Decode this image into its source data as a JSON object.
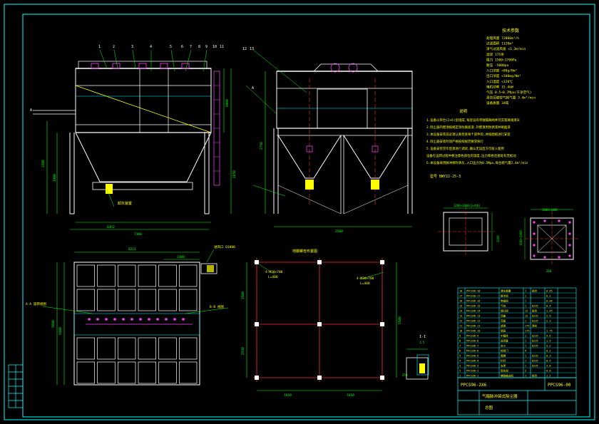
{
  "colors": {
    "background": "#000000",
    "frame": "#00ffff",
    "outline": "#ffffff",
    "text": "#ffff00",
    "dimension": "#00ff00",
    "centerline": "#ff3030",
    "accent": "#ff40ff"
  },
  "tech_specs": {
    "title": "技术参数",
    "lines": [
      "处理风量  72000m³/h",
      "过滤面积  1120m²",
      "净气过滤风速  <1.3m/min",
      "滤袋  175条",
      "阻力  1500~1700Pa",
      "耐压  -5000pa",
      "入口浓度  <80g/Nm³",
      "出口浓度  <100mg/Nm³",
      "入口温度  <120℃",
      "电机功率  15.4kW",
      "气压  0.5~0.7Mpa(干净空气)",
      "清灰压缩空气耗气量  3.4m³/min",
      "设备质量  34吨"
    ]
  },
  "notes": {
    "title": "说明",
    "lines": [
      "1.设备以单台(2×6)室组成,每室设有单独隔离阀并可实现离线清灰",
      "2.除尘器内壁须按规定涂防腐底漆,外壁须用防锈漆并刷面漆",
      "3.本设备安装前必须认真检查每个部件的,并按图纸进行安装",
      "4.除尘器安装时须严格按照规范要求执行",
      "5.设备安装完毕后须进行调试,确认无误后方可投入使用",
      "  设备在运转过程中要注意各部位的温度,压力和各连接处有无松动",
      "6.本设备采用脉冲喷吹清灰,入口压力为0.5Mpa,每台耗气量2.4m³/min"
    ],
    "model": "型号 BWY22-25-3"
  },
  "front_view": {
    "dims": [
      "6452",
      "2500",
      "1800",
      "8800",
      "2650",
      "7300"
    ],
    "callout": "卸灰装置",
    "section": "A"
  },
  "side_view": {
    "dims": [
      "1500",
      "2750",
      "2500"
    ],
    "section": "A"
  },
  "plan_view": {
    "dims": [
      "8211",
      "2300",
      "7600",
      "5500"
    ],
    "labels": [
      "A-A 旋转视图",
      "B-B 视图"
    ],
    "item": "进风口 D1000"
  },
  "foundation_view": {
    "title": "地脚螺栓布置图",
    "dims": [
      "7650",
      "7650",
      "3500",
      "2550",
      "5500"
    ],
    "bolt_top": "4-M30×700",
    "bolt_top_sub": "L=400",
    "bolt_right": "4-M30×700",
    "bolt_right_sub": "L=400"
  },
  "flange_left": {
    "title": "进风口法兰",
    "dims": [
      "1400",
      "1200×1000(2×4排)",
      "1000",
      "1400"
    ]
  },
  "flange_right": {
    "title": "出风口法兰",
    "dims": [
      "1000×1000",
      "1200",
      "1200",
      "1000×1000",
      "200",
      "2500"
    ]
  },
  "detail_ii": {
    "title": "I-I",
    "scale": "1:5",
    "dim": "250"
  },
  "parts_table": {
    "rows": [
      [
        "18",
        "PPCS96-18",
        "清灰装置",
        "1",
        "组合",
        "0.65"
      ],
      [
        "17",
        "PPCS96-17",
        "脉冲阀",
        "1",
        "",
        "0.2"
      ],
      [
        "16",
        "PPCS96-16",
        "电磁阀",
        "1",
        "",
        "0.04"
      ],
      [
        "15",
        "PPCS96-15",
        "气包",
        "1",
        "Q235",
        "0.4"
      ],
      [
        "14",
        "PPCS96-14",
        "提升阀",
        "12",
        "组合",
        "1.45"
      ],
      [
        "13",
        "PPCS96-13",
        "顶盖",
        "12",
        "Q235",
        "2.9"
      ],
      [
        "12",
        "PPCS96-12",
        "花板",
        "1",
        "Q235",
        "2.3"
      ],
      [
        "11",
        "PPCS96-11",
        "滤袋",
        "175",
        "涤纶",
        ""
      ],
      [
        "10",
        "PPCS96-10",
        "袋笼",
        "175",
        "",
        "1.75"
      ],
      [
        "9",
        "PPCS96-9",
        "中箱体",
        "1",
        "Q235",
        "4.6"
      ],
      [
        "8",
        "PPCS96-8",
        "进风管",
        "1",
        "Q235",
        "1.5"
      ],
      [
        "7",
        "PPCS96-7",
        "灰斗",
        "1",
        "Q235",
        "3.2"
      ],
      [
        "6",
        "PPCS96-6",
        "检修门",
        "4",
        "",
        "0.2"
      ],
      [
        "5",
        "PPCS96-5",
        "爬梯",
        "1",
        "Q235",
        "0.3"
      ],
      [
        "4",
        "PPCS96-4",
        "栏杆",
        "1",
        "Q235",
        "0.4"
      ],
      [
        "3",
        "PPCS96-3",
        "支架",
        "1",
        "Q235",
        "3.8"
      ],
      [
        "2",
        "PPCS96-2",
        "卸灰阀",
        "2",
        "",
        "0.6"
      ],
      [
        "1",
        "PPCS96-1",
        "螺旋输送机",
        "1",
        "组合",
        "1.2"
      ]
    ]
  },
  "title_block": {
    "drawing_no": "PPCS96-2X6",
    "drawing_no_right": "PPCS96-00",
    "title": "气箱脉冲袋式除尘器",
    "sub": "总图"
  },
  "callouts": {
    "front": [
      "1",
      "2",
      "3",
      "4",
      "5",
      "6",
      "7",
      "8",
      "9",
      "10",
      "11"
    ],
    "side": [
      "12",
      "13"
    ]
  }
}
